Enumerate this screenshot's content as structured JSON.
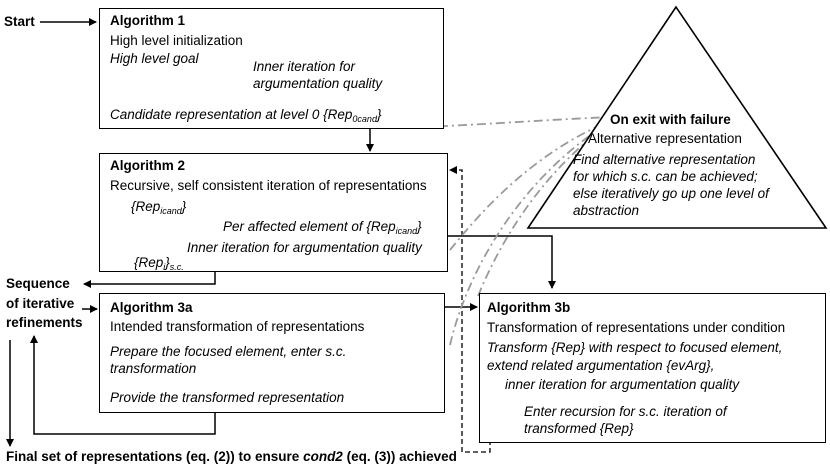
{
  "start_label": "Start",
  "sequence_label": [
    "Sequence",
    "of iterative",
    "refinements"
  ],
  "final_label": {
    "prefix": "Final set of representations (eq. (2)) to ensure ",
    "emph": "cond2",
    "suffix": " (eq. (3)) achieved"
  },
  "alg1": {
    "title": "Algorithm 1",
    "line1": "High level initialization",
    "line2": "High level goal",
    "inner1": "Inner iteration for",
    "inner2": "argumentation quality",
    "candidate_prefix": "Candidate representation at level 0 {Rep",
    "candidate_sub": "0cand",
    "candidate_suffix": "}"
  },
  "alg2": {
    "title": "Algorithm 2",
    "line1": "Recursive, self consistent iteration of representations",
    "rep_icand_prefix": "{Rep",
    "rep_icand_sub": "icand",
    "rep_icand_suffix": "}",
    "per_prefix": "Per affected element of {Rep",
    "per_sub": "icand",
    "per_suffix": "}",
    "inner": "Inner iteration for argumentation quality",
    "rep_i_prefix": "{Rep",
    "rep_i_sub": "i",
    "rep_i_suffix": "}",
    "rep_i_tail": "s.c."
  },
  "alg3a": {
    "title": "Algorithm 3a",
    "line1": "Intended transformation of representations",
    "prepare1": "Prepare the focused element, enter s.c.",
    "prepare2": "transformation",
    "provide": "Provide the transformed representation"
  },
  "alg3b": {
    "title": "Algorithm 3b",
    "line1": "Transformation of representations under condition",
    "t1": "Transform {Rep} with respect to focused element,",
    "t2": "extend related argumentation {evArg},",
    "t3": "inner iteration for argumentation quality",
    "enter1": "Enter recursion for s.c. iteration of",
    "enter2": "transformed {Rep}"
  },
  "triangle": {
    "title": "On exit with failure",
    "line1": "Alternative representation",
    "d1": "Find alternative representation",
    "d2": "for which s.c. can be achieved;",
    "d3": "else iteratively go up one level of",
    "d4": "abstraction"
  }
}
